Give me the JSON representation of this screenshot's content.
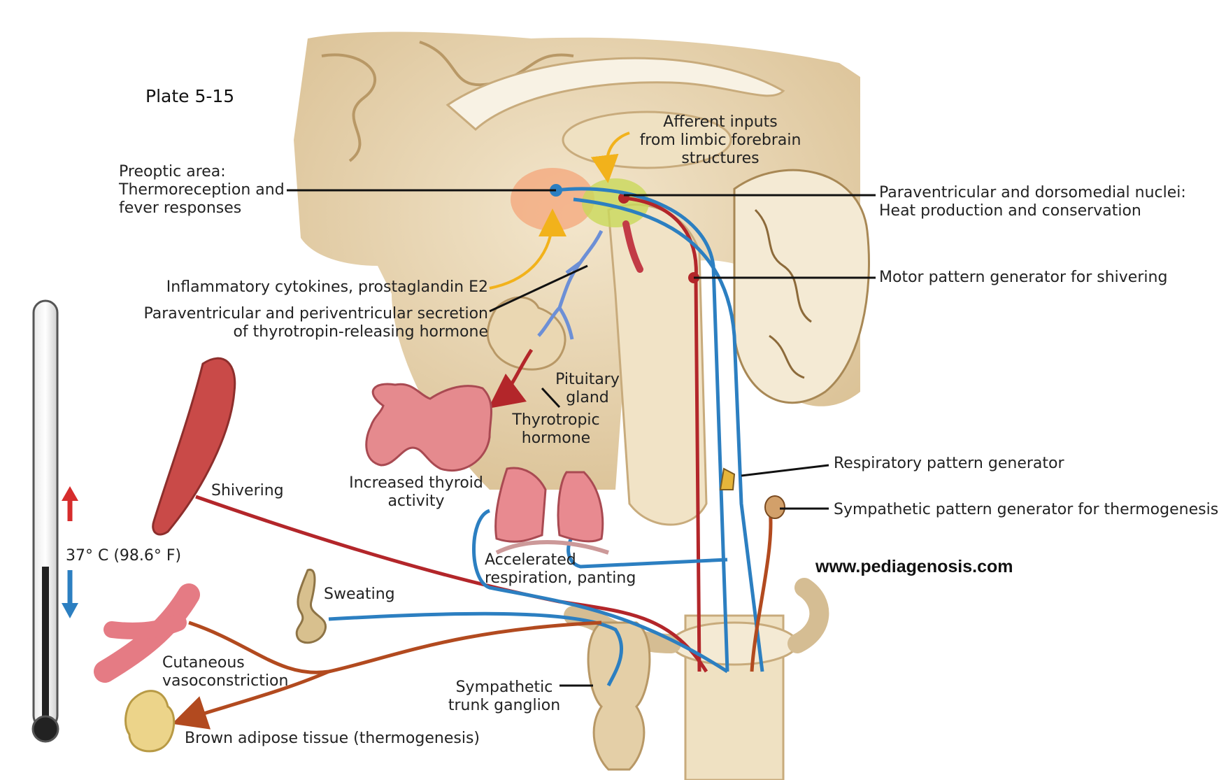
{
  "plate": "Plate 5-15",
  "website": "www.pediagenosis.com",
  "labels": {
    "afferent": "Afferent inputs\nfrom limbic forebrain\nstructures",
    "preoptic": "Preoptic area:\nThermoreception and\nfever responses",
    "pvn_dmh": "Paraventricular and dorsomedial nuclei:\nHeat production and conservation",
    "motor_shiver": "Motor pattern generator for shivering",
    "cytokines": "Inflammatory cytokines, prostaglandin E2",
    "trh": "Paraventricular and periventricular secretion\nof thyrotropin-releasing hormone",
    "pituitary": "Pituitary\ngland",
    "thyrotropic": "Thyrotropic\nhormone",
    "thyroid": "Increased thyroid\nactivity",
    "respiratory": "Respiratory pattern generator",
    "sympathetic_gen": "Sympathetic pattern generator for thermogenesis",
    "shivering": "Shivering",
    "temperature": "37° C (98.6° F)",
    "respiration": "Accelerated\nrespiration, panting",
    "sweating": "Sweating",
    "cutaneous": "Cutaneous\nvasoconstriction",
    "ganglion": "Sympathetic\ntrunk ganglion",
    "brown_fat": "Brown adipose tissue (thermogenesis)"
  },
  "colors": {
    "motor_red": "#b3262a",
    "autonomic_blue": "#2c7fc1",
    "sympathetic_brown": "#b24a1f",
    "stimulus_yellow": "#f2b21b",
    "brain_tan": "#e8d4b0"
  }
}
